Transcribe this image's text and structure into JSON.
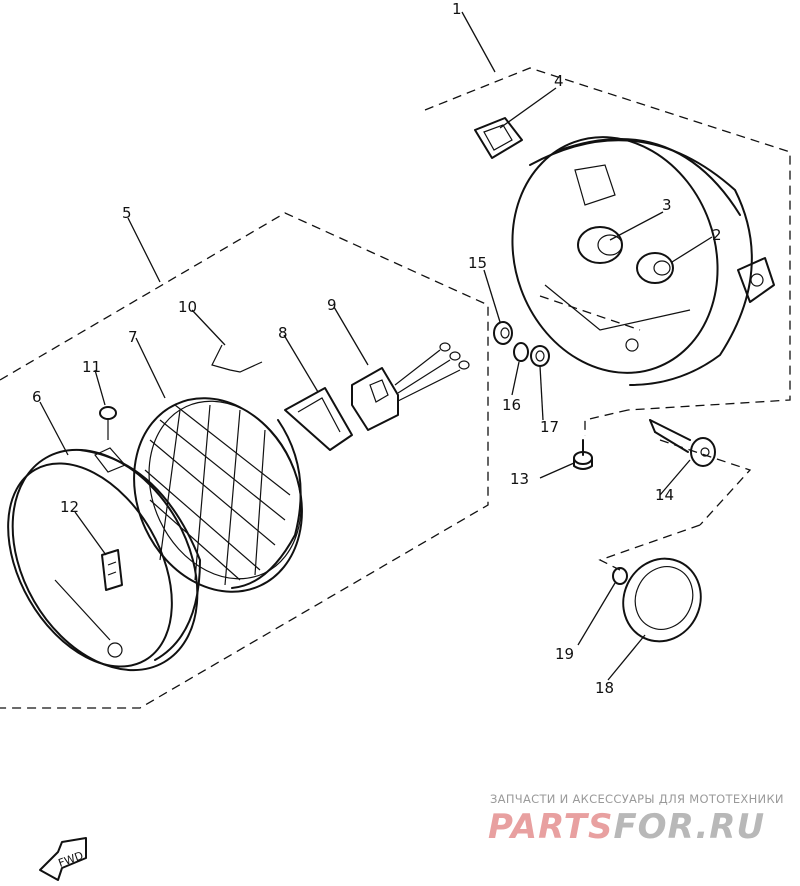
{
  "diagram": {
    "callouts": [
      "1",
      "2",
      "3",
      "4",
      "5",
      "6",
      "7",
      "8",
      "9",
      "10",
      "11",
      "12",
      "13",
      "14",
      "15",
      "16",
      "17",
      "18",
      "19"
    ],
    "fwd_label": "FWD"
  },
  "watermark": {
    "tagline": "ЗАПЧАСТИ И АКСЕССУАРЫ ДЛЯ МОТОТЕХНИКИ",
    "logo_part1": "PARTS",
    "logo_part2": "FOR.RU",
    "colors": {
      "part1": "#e8a0a0",
      "part2": "#b8b8b8"
    }
  }
}
